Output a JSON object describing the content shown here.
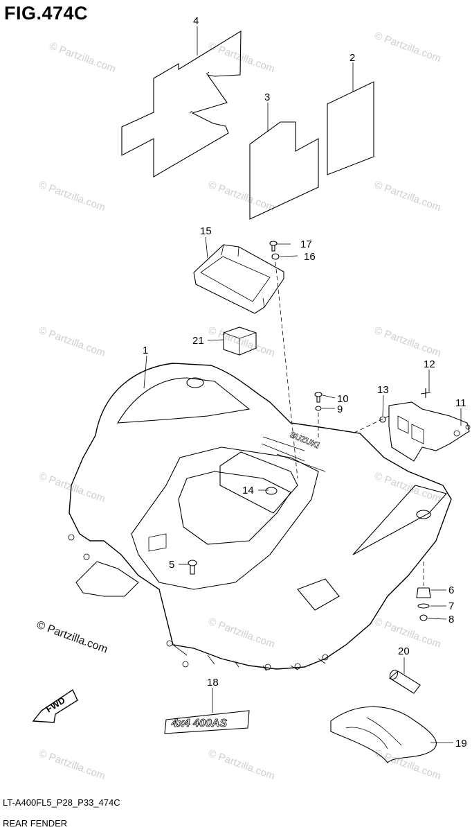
{
  "figure": {
    "title": "FIG.474C",
    "code": "LT-A400FL5_P28_P33_474C",
    "caption": "REAR FENDER"
  },
  "watermark": {
    "text": "© Partzilla.com",
    "main_text": "© Partzilla.com",
    "color": "#cfcfcf"
  },
  "fwd_label": "FWD",
  "decal_18_text": "4x4 400AS",
  "brand_embossed": "SUZUKI",
  "callouts": [
    "1",
    "2",
    "3",
    "4",
    "5",
    "6",
    "7",
    "8",
    "9",
    "10",
    "11",
    "12",
    "13",
    "14",
    "15",
    "16",
    "17",
    "18",
    "19",
    "20",
    "21"
  ]
}
